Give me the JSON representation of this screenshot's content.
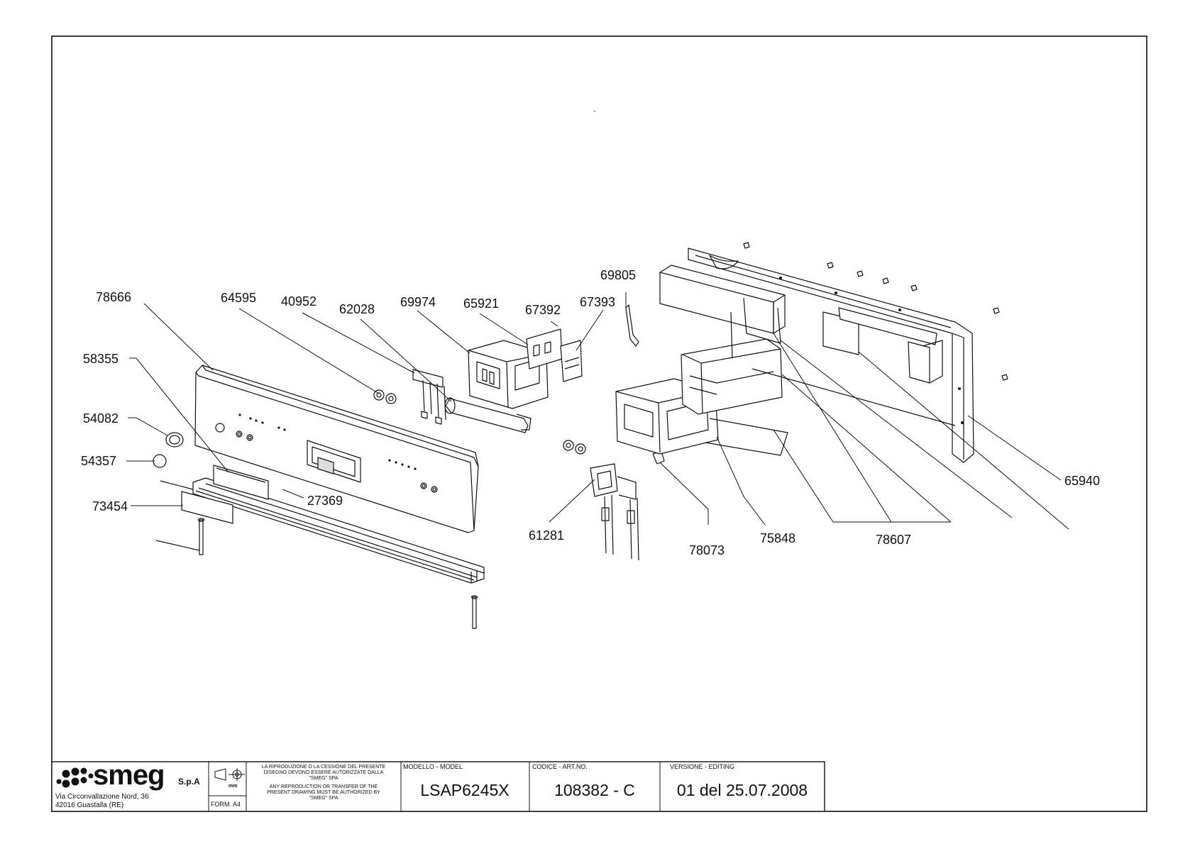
{
  "parts": [
    {
      "id": "p78666",
      "label": "78666"
    },
    {
      "id": "p58355",
      "label": "58355"
    },
    {
      "id": "p54082",
      "label": "54082"
    },
    {
      "id": "p54357",
      "label": "54357"
    },
    {
      "id": "p73454",
      "label": "73454"
    },
    {
      "id": "p64595",
      "label": "64595"
    },
    {
      "id": "p40952",
      "label": "40952"
    },
    {
      "id": "p62028",
      "label": "62028"
    },
    {
      "id": "p69974",
      "label": "69974"
    },
    {
      "id": "p65921",
      "label": "65921"
    },
    {
      "id": "p67392",
      "label": "67392"
    },
    {
      "id": "p67393",
      "label": "67393"
    },
    {
      "id": "p69805",
      "label": "69805"
    },
    {
      "id": "p27369",
      "label": "27369"
    },
    {
      "id": "p61281",
      "label": "61281"
    },
    {
      "id": "p78073",
      "label": "78073"
    },
    {
      "id": "p75848",
      "label": "75848"
    },
    {
      "id": "p78607",
      "label": "78607"
    },
    {
      "id": "p65940",
      "label": "65940"
    }
  ],
  "title_block": {
    "brand": "smeg",
    "brand_suffix": "S.p.A",
    "address_line1": "Via Circonvallazione Nord, 36",
    "address_line2": "42016 Guastalla (RE)",
    "unit": "mm",
    "format": "FORM. A4",
    "notice_it_1": "LA RIPRODUZIONE O LA CESSIONE DEL PRESENTE",
    "notice_it_2": "DISEGNO DEVONO ESSERE AUTORIZZATE DALLA",
    "notice_it_3": "\"SMEG\" SPA",
    "notice_en_1": "ANY REPRODUCTION OR TRANSFER OF THE",
    "notice_en_2": "PRESENT DRAWING MUST BE AUTHORIZED BY",
    "notice_en_3": "\"SMEG\" SPA",
    "model_header": "MODELLO - MODEL",
    "model_value": "LSAP6245X",
    "code_header": "CODICE - ART.NO.",
    "code_value": "108382 - C",
    "version_header": "VERSIONE - EDITING",
    "version_value": "01 del 25.07.2008"
  }
}
